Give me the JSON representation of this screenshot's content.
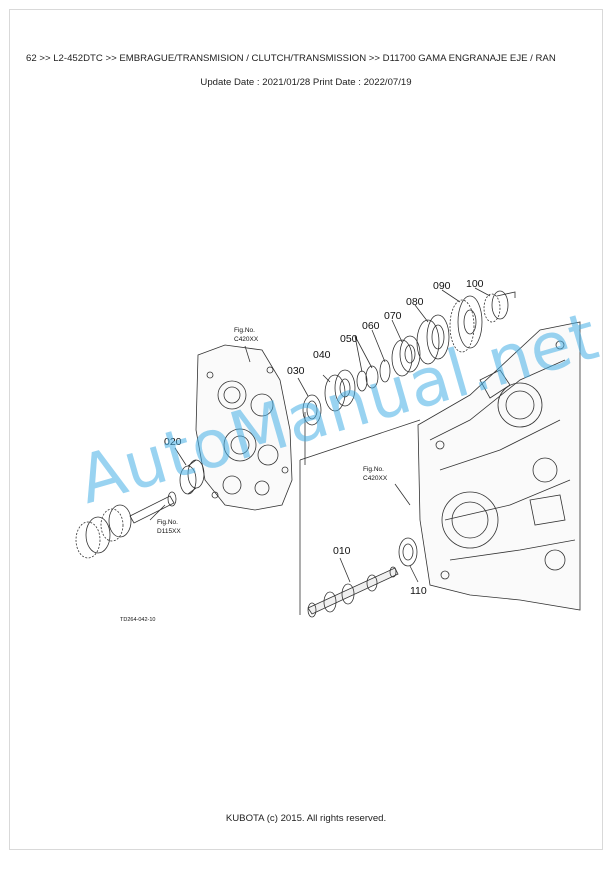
{
  "header": {
    "breadcrumb": "62 >> L2-452DTC >> EMBRAGUE/TRANSMISION / CLUTCH/TRANSMISSION >> D11700   GAMA ENGRANAJE EJE / RAN",
    "dates": "Update Date : 2021/01/28   Print Date : 2022/07/19"
  },
  "diagram": {
    "part_labels": [
      "010",
      "020",
      "030",
      "040",
      "050",
      "060",
      "070",
      "080",
      "090",
      "100",
      "110"
    ],
    "fig_refs": [
      {
        "title": "Fig.No.",
        "code": "C420XX"
      },
      {
        "title": "Fig.No.",
        "code": "C420XX"
      },
      {
        "title": "Fig.No.",
        "code": "D115XX"
      }
    ],
    "drawing_id": "TD264-042-10"
  },
  "watermark": "AutoManual.net",
  "footer": {
    "copyright": "KUBOTA (c) 2015. All rights reserved."
  }
}
